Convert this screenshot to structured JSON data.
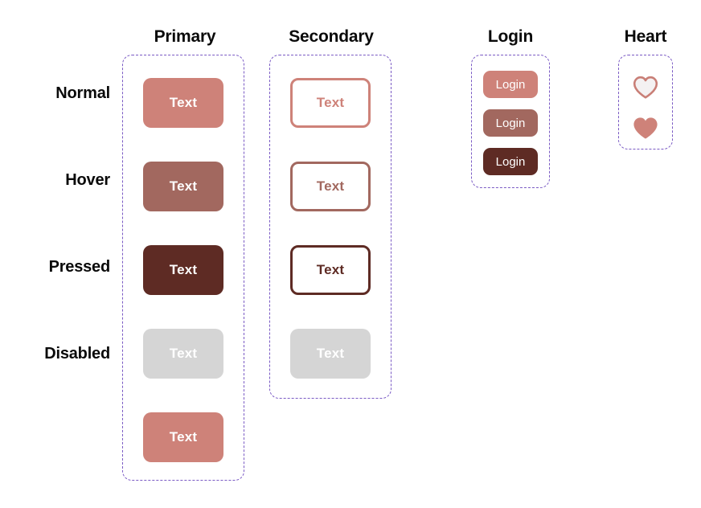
{
  "palette": {
    "normal": "#ce8279",
    "hover": "#a2685f",
    "pressed": "#5e2b24",
    "disabled_fill": "#d5d5d5",
    "disabled_text": "#ffffff",
    "on_primary_text": "#ffffff",
    "surface": "#ffffff",
    "guide_dashed": "#7a5ac4",
    "label_text": "#0a0a0a",
    "heart_outline": "#c97f77",
    "heart_fill": "#ce8279",
    "heart_hollow": "#f4f1f2"
  },
  "columns": [
    {
      "id": "primary",
      "label": "Primary"
    },
    {
      "id": "secondary",
      "label": "Secondary"
    },
    {
      "id": "login",
      "label": "Login"
    },
    {
      "id": "heart",
      "label": "Heart"
    }
  ],
  "rows": [
    {
      "id": "normal",
      "label": "Normal"
    },
    {
      "id": "hover",
      "label": "Hover"
    },
    {
      "id": "pressed",
      "label": "Pressed"
    },
    {
      "id": "disabled",
      "label": "Disabled"
    }
  ],
  "primary_buttons": [
    {
      "state": "normal",
      "text": "Text"
    },
    {
      "state": "hover",
      "text": "Text"
    },
    {
      "state": "pressed",
      "text": "Text"
    },
    {
      "state": "disabled",
      "text": "Text"
    },
    {
      "state": "normal",
      "text": "Text"
    }
  ],
  "secondary_buttons": [
    {
      "state": "normal",
      "text": "Text"
    },
    {
      "state": "hover",
      "text": "Text"
    },
    {
      "state": "pressed",
      "text": "Text"
    },
    {
      "state": "disabled",
      "text": "Text"
    }
  ],
  "login_buttons": [
    {
      "state": "normal",
      "text": "Login"
    },
    {
      "state": "hover",
      "text": "Login"
    },
    {
      "state": "pressed",
      "text": "Login"
    }
  ],
  "heart_icons": [
    {
      "state": "outline",
      "name": "heart-outline-icon"
    },
    {
      "state": "filled",
      "name": "heart-filled-icon"
    }
  ]
}
